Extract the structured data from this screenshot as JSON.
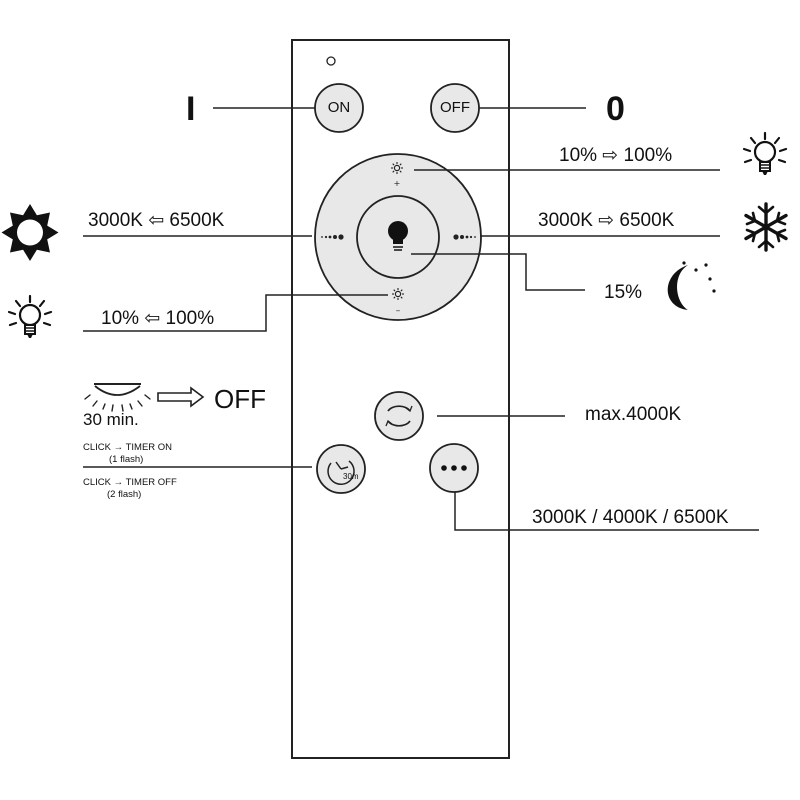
{
  "remote": {
    "buttons": {
      "on": "ON",
      "off": "OFF",
      "timer_badge": "30m"
    }
  },
  "labels": {
    "on_symbol": "I",
    "off_symbol": "0",
    "brightness_up": "10% ⇨ 100%",
    "warm": "3000K ⇦ 6500K",
    "cool": "3000K ⇨ 6500K",
    "night_light": "15%",
    "brightness_down": "10% ⇦ 100%",
    "timer_off_word": "OFF",
    "timer_duration": "30 min.",
    "click_timer_on": "CLICK → TIMER ON",
    "one_flash": "(1 flash)",
    "click_timer_off": "CLICK → TIMER OFF",
    "two_flash": "(2 flash)",
    "cycle_max": "max.4000K",
    "presets": "3000K / 4000K / 6500K"
  },
  "icons": {
    "brightness_up": "bulb-rays-icon",
    "warm": "sun-icon",
    "cool": "snowflake-icon",
    "night": "moon-stars-icon",
    "brightness_down": "bulb-rays-icon",
    "timer_lamp": "ceiling-lamp-icon"
  },
  "colors": {
    "button_fill": "#e8e8e8",
    "stroke": "#222222"
  }
}
